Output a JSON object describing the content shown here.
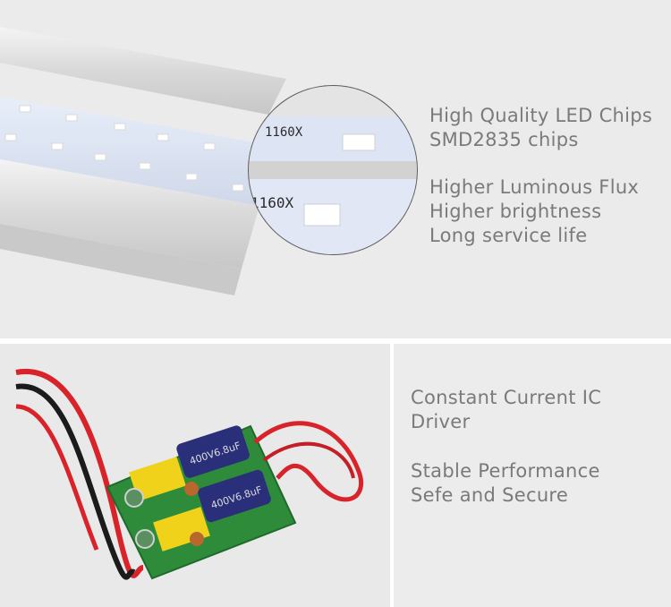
{
  "top_section": {
    "feature_group_1": [
      "High Quality LED Chips",
      "SMD2835 chips"
    ],
    "feature_group_2": [
      "Higher Luminous Flux",
      "Higher brightness",
      "Long service life"
    ],
    "board_marking": "1160X",
    "colors": {
      "background": "#ebebeb",
      "aluminium": "#dcdcdc",
      "led_strip": "#dfe6f5",
      "text": "#7a7a7a"
    }
  },
  "bottom_section": {
    "feature_group_1": [
      "Constant Current IC",
      "Driver"
    ],
    "feature_group_2": [
      "Stable Performance",
      "Sefe and Secure"
    ],
    "capacitor_label": "400V6.8uF",
    "colors": {
      "pcb": "#2e8b3a",
      "capacitor": "#2a2f7a",
      "wire_red": "#d8232a",
      "wire_black": "#1b1b1b"
    }
  }
}
